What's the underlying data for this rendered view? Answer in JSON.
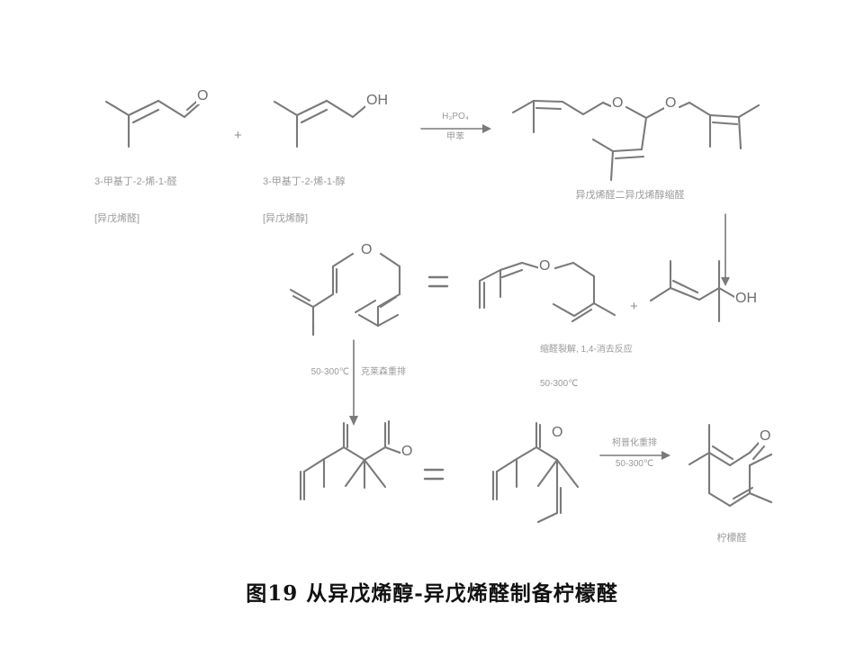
{
  "figure": {
    "title": "图19 从异戊烯醇-异戊烯醛制备柠檬醛",
    "stroke_color": "#7a7a7a",
    "text_color": "#9a9a9a",
    "title_color": "#111111",
    "background": "#ffffff"
  },
  "reactants": {
    "prenal": {
      "name_line1": "3-甲基丁-2-烯-1-醛",
      "name_line2": "[异戊烯醛]",
      "atom_o": "O"
    },
    "plus_sign": "+",
    "prenol": {
      "name_line1": "3-甲基丁-2-烯-1-醇",
      "name_line2": "[异戊烯醇]",
      "atom_oh": "OH"
    }
  },
  "arrow_top": {
    "above": "H₃PO₄",
    "below": "甲苯"
  },
  "acetal": {
    "name": "异戊烯醛二异戊烯醇缩醛",
    "atom_o_left": "O",
    "atom_o_right": "O"
  },
  "middle": {
    "equals_sign": "=",
    "pyran_atom_o": "O",
    "enol_ether_atom_o": "O",
    "plus_sign": "+",
    "alcohol_atom_oh": "OH",
    "conditions_line1": "缩醛裂解, 1,4-消去反应",
    "conditions_line2": "50-300℃"
  },
  "arrow_left": {
    "temperature": "50-300℃",
    "reaction": "克莱森重排"
  },
  "bottom": {
    "equals_sign": "=",
    "aldehyde_atom_o_left": "O",
    "aldehyde_atom_o_right": "O",
    "citral_atom_o": "O",
    "citral_name": "柠檬醛"
  },
  "arrow_right": {
    "above": "柯普化重排",
    "below": "50-300℃"
  }
}
